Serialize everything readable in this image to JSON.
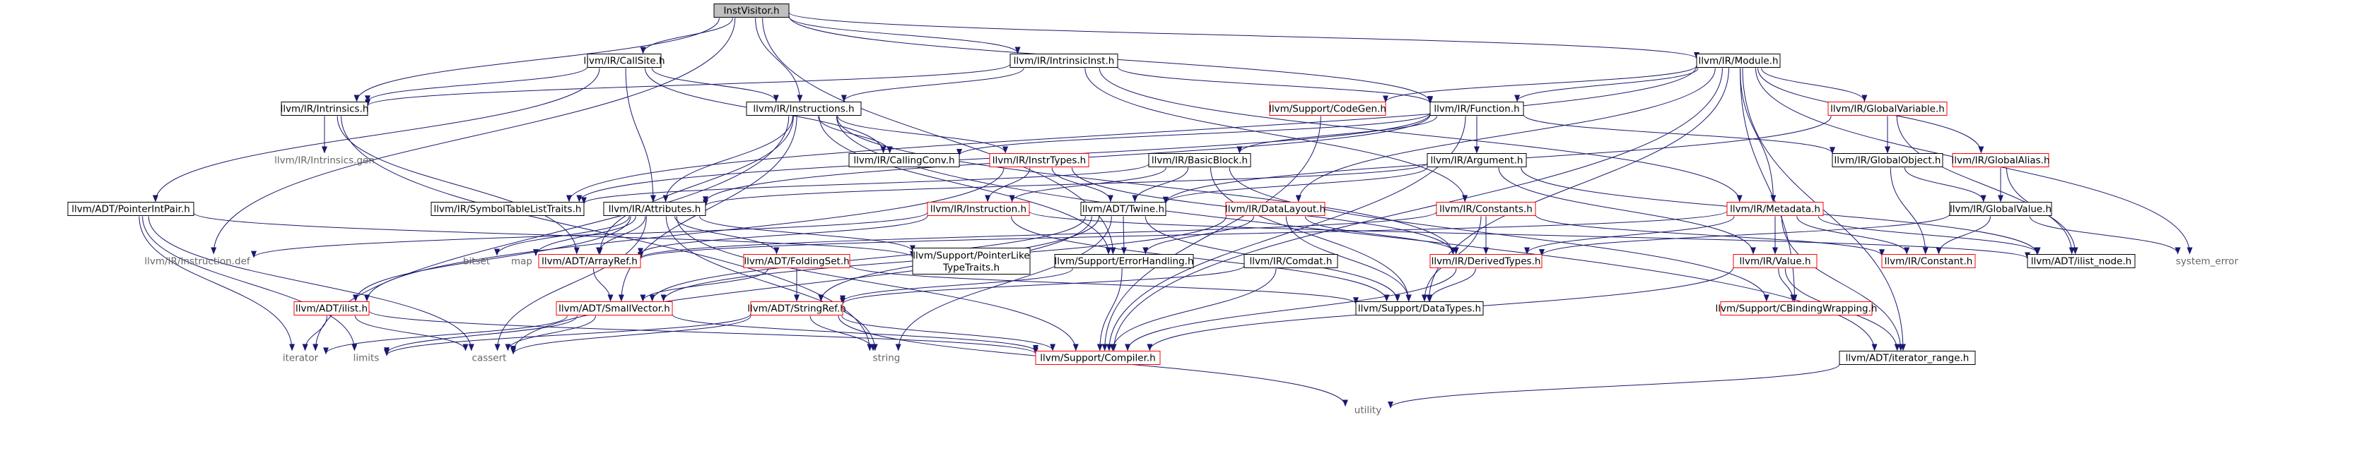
{
  "title": "InstVisitor.h",
  "colors": {
    "root_fill": "#bfbfbf",
    "node_border": "#000000",
    "red_border": "#ff0000",
    "edge": "#191970",
    "text": "#000000",
    "system_text": "#666666"
  },
  "nodes": {
    "instvisitor": "InstVisitor.h",
    "callsite": "llvm/IR/CallSite.h",
    "intrinsicinst": "llvm/IR/IntrinsicInst.h",
    "module": "llvm/IR/Module.h",
    "intrinsics": "llvm/IR/Intrinsics.h",
    "instructions": "llvm/IR/Instructions.h",
    "codegen": "llvm/Support/CodeGen.h",
    "function": "llvm/IR/Function.h",
    "globalvariable": "llvm/IR/GlobalVariable.h",
    "intrinsicsgen": "llvm/IR/Intrinsics.gen",
    "callingconv": "llvm/IR/CallingConv.h",
    "instrtypes": "llvm/IR/InstrTypes.h",
    "basicblock": "llvm/IR/BasicBlock.h",
    "argument": "llvm/IR/Argument.h",
    "globalobject": "llvm/IR/GlobalObject.h",
    "globalalias": "llvm/IR/GlobalAlias.h",
    "pointerintpair": "llvm/ADT/PointerIntPair.h",
    "symboltablelisttraits": "llvm/IR/SymbolTableListTraits.h",
    "attributes": "llvm/IR/Attributes.h",
    "instruction": "llvm/IR/Instruction.h",
    "twine": "llvm/ADT/Twine.h",
    "datalayout": "llvm/IR/DataLayout.h",
    "constants": "llvm/IR/Constants.h",
    "metadata": "llvm/IR/Metadata.h",
    "globalvalue": "llvm/IR/GlobalValue.h",
    "instructiondef": "llvm/IR/Instruction.def",
    "bitset": "bitset",
    "map": "map",
    "arrayref": "llvm/ADT/ArrayRef.h",
    "foldingset": "llvm/ADT/FoldingSet.h",
    "pointerliketypetraits": [
      "llvm/Support/PointerLike",
      "TypeTraits.h"
    ],
    "errorhandling": "llvm/Support/ErrorHandling.h",
    "comdat": "llvm/IR/Comdat.h",
    "derivedtypes": "llvm/IR/DerivedTypes.h",
    "value": "llvm/IR/Value.h",
    "constant": "llvm/IR/Constant.h",
    "ilistnode": "llvm/ADT/ilist_node.h",
    "systemerror": "system_error",
    "ilist": "llvm/ADT/ilist.h",
    "smallvector": "llvm/ADT/SmallVector.h",
    "stringref": "llvm/ADT/StringRef.h",
    "datatypes": "llvm/Support/DataTypes.h",
    "cbindingwrapping": "llvm/Support/CBindingWrapping.h",
    "iterator": "iterator",
    "limits": "limits",
    "cassert": "cassert",
    "string": "string",
    "compiler": "llvm/Support/Compiler.h",
    "iteratorrange": "llvm/ADT/iterator_range.h",
    "utility": "utility"
  }
}
